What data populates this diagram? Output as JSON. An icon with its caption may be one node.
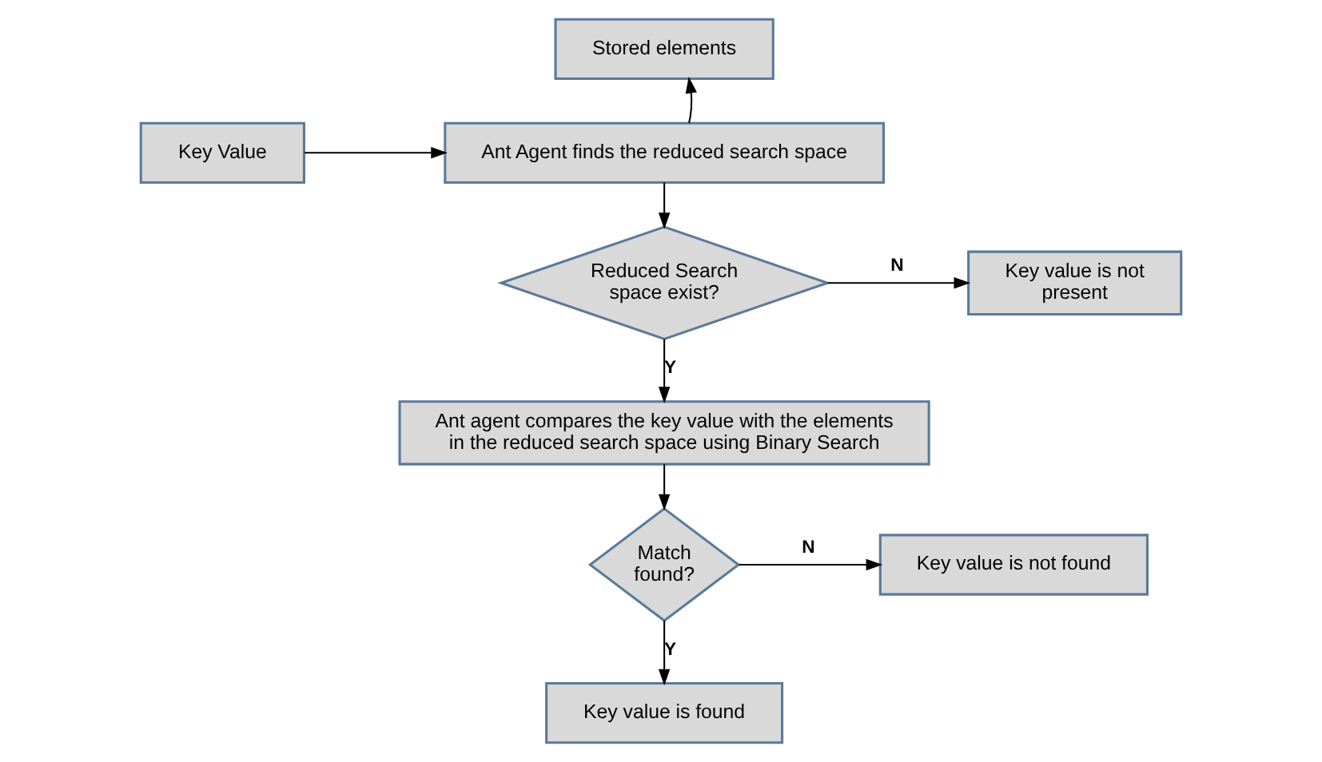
{
  "diagram": {
    "nodes": [
      {
        "text": [
          "Stored elements"
        ]
      },
      {
        "text": [
          "Key Value"
        ]
      },
      {
        "text": [
          "Ant Agent finds the reduced search space"
        ]
      },
      {
        "text": [
          "Reduced Search space exist?"
        ]
      },
      {
        "text": [
          "Key value is not present"
        ]
      },
      {
        "text": [
          "Ant agent compares the key value with the elements in the reduced search space using Binary Search"
        ]
      },
      {
        "text": [
          "Match found?"
        ]
      },
      {
        "text": [
          "Key value is not found"
        ]
      },
      {
        "text": [
          "Key value is found"
        ]
      }
    ],
    "edges": [
      {
        "from": 1,
        "to": 2,
        "arrow": "to"
      },
      {
        "from": 2,
        "to": 0,
        "arrow": "to"
      },
      {
        "from": 2,
        "to": 3,
        "arrow": "to"
      },
      {
        "from": 3,
        "to": 4,
        "arrow": "to",
        "label": "N"
      },
      {
        "from": 3,
        "to": 5,
        "arrow": "to",
        "label": "Y"
      },
      {
        "from": 5,
        "to": 6,
        "arrow": "to"
      },
      {
        "from": 6,
        "to": 7,
        "arrow": "to",
        "label": "N"
      },
      {
        "from": 6,
        "to": 8,
        "arrow": "to",
        "label": "Y"
      }
    ]
  }
}
